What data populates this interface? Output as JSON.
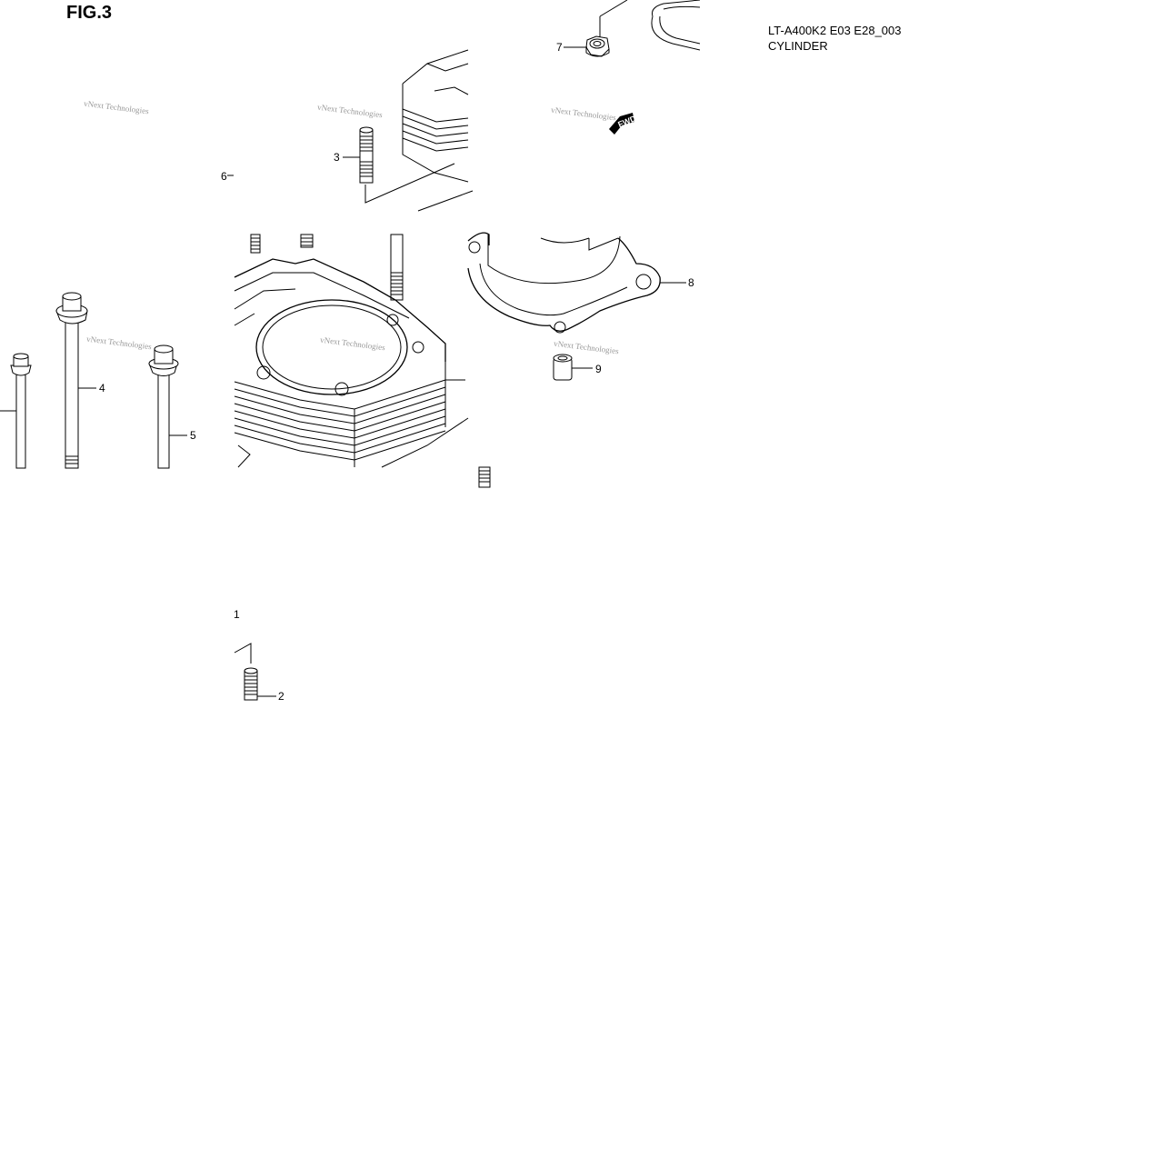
{
  "header": {
    "fig_label": "FIG.3",
    "model_code": "LT-A400K2 E03 E28_003",
    "section_name": "CYLINDER"
  },
  "callouts": [
    {
      "id": "1",
      "label": "1"
    },
    {
      "id": "2",
      "label": "2"
    },
    {
      "id": "3",
      "label": "3"
    },
    {
      "id": "4",
      "label": "4"
    },
    {
      "id": "5",
      "label": "5"
    },
    {
      "id": "6",
      "label": "6"
    },
    {
      "id": "7",
      "label": "7"
    },
    {
      "id": "8",
      "label": "8"
    },
    {
      "id": "9",
      "label": "9"
    }
  ],
  "direction_badge": {
    "label": "FWD",
    "icon": "forward-arrow-icon"
  },
  "watermark": {
    "text": "vNext Technologies"
  },
  "colors": {
    "line": "#000000",
    "watermark": "#9a9a9a",
    "background": "#ffffff"
  }
}
